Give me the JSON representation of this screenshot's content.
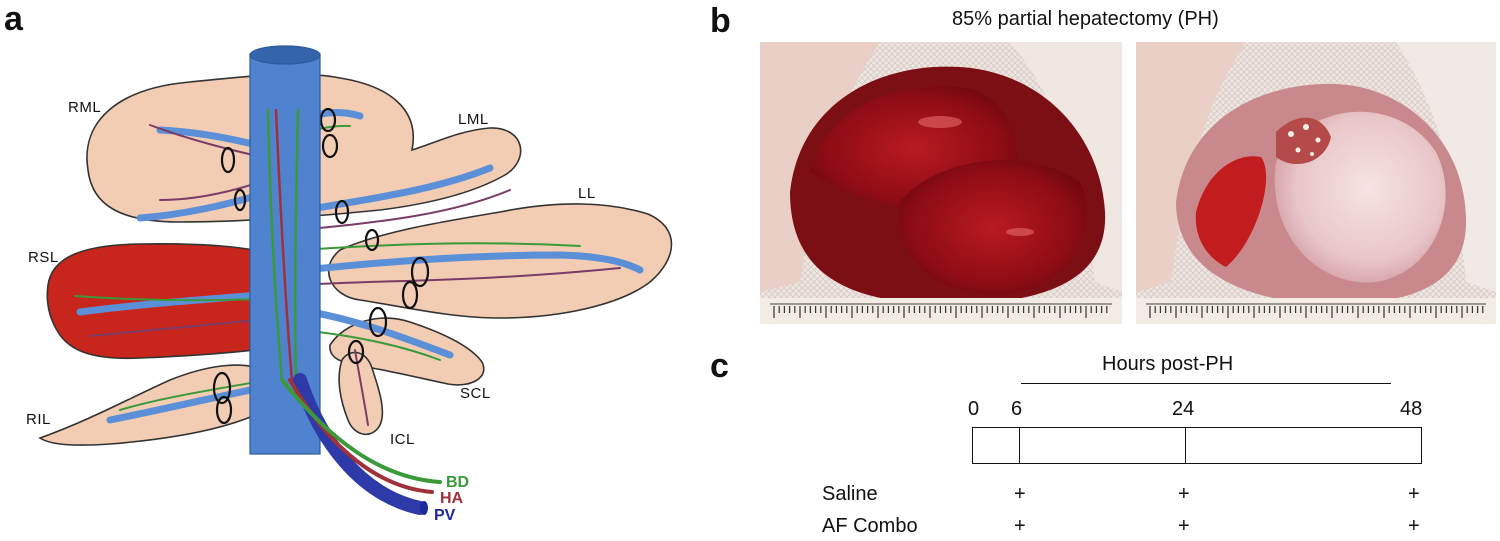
{
  "panel_a": {
    "letter": "a",
    "lobes": [
      "RML",
      "LML",
      "LL",
      "RSL",
      "SCL",
      "RIL",
      "ICL"
    ],
    "vessels": [
      {
        "label": "BD",
        "color": "#3a9a3a"
      },
      {
        "label": "HA",
        "color": "#a0303a"
      },
      {
        "label": "PV",
        "color": "#1f2a9a"
      }
    ],
    "colors": {
      "liver": "#f2cdb4",
      "resected": "#c8261c",
      "vena_cava": "#4f83cf",
      "portal": "#5b8fd8"
    }
  },
  "panel_b": {
    "letter": "b",
    "title": "85% partial hepatectomy (PH)"
  },
  "panel_c": {
    "letter": "c",
    "axis_title": "Hours post-PH",
    "ticks": [
      "0",
      "6",
      "24",
      "48"
    ],
    "rows": [
      {
        "label": "Saline",
        "marks": [
          "+",
          "+",
          "+"
        ]
      },
      {
        "label": "AF Combo",
        "marks": [
          "+",
          "+",
          "+"
        ]
      }
    ]
  }
}
